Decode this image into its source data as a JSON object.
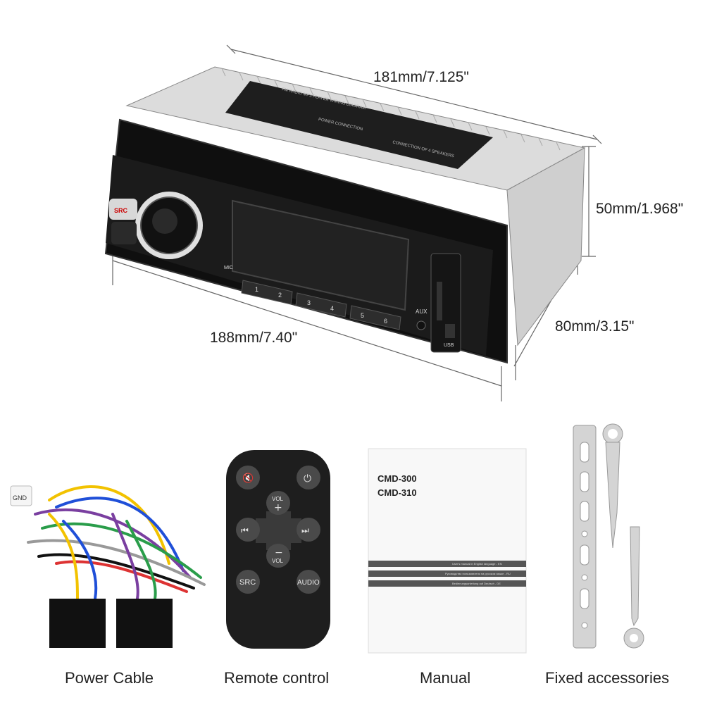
{
  "dimensions": {
    "top_width": "181mm/7.125\"",
    "height": "50mm/1.968\"",
    "depth": "80mm/3.15\"",
    "front_width": "188mm/7.40\""
  },
  "radio": {
    "src_label": "SRC",
    "mic_label": "MIC",
    "aux_label": "AUX",
    "usb_label": "USB",
    "preset_labels": [
      "1",
      "2",
      "3",
      "4",
      "5",
      "6"
    ],
    "sticker_title": "FM RADIO MP3 PLAYER WIRING DIAGRAM",
    "power_connection": "POWER CONNECTION",
    "speaker_connection": "CONNECTION OF 4 SPEAKERS"
  },
  "cable": {
    "tag_label": "GND"
  },
  "remote": {
    "vol_up": "VOL",
    "vol_down": "VOL",
    "src": "SRC",
    "audio": "AUDIO"
  },
  "manual": {
    "model_1": "CMD-300",
    "model_2": "CMD-310",
    "line_1": "User's manual in English language - EN",
    "line_2": "Руководство пользователя на русском языке - RU",
    "line_3": "Bedienungsanleitung auf Deutsch - DE"
  },
  "captions": {
    "power_cable": "Power Cable",
    "remote_control": "Remote control",
    "manual": "Manual",
    "fixed_accessories": "Fixed accessories"
  }
}
